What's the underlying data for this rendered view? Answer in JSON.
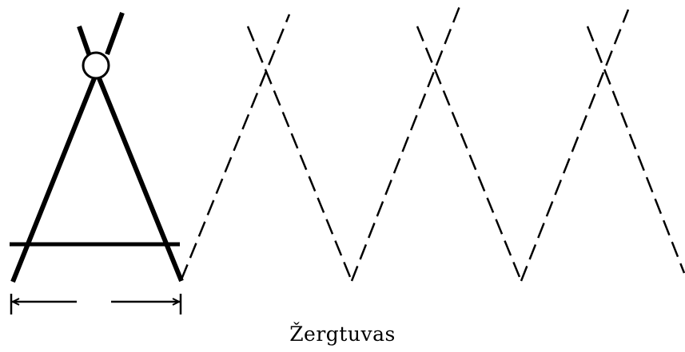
{
  "caption": "Žergtuvas",
  "colors": {
    "ink": "#000000",
    "background": "#ffffff"
  },
  "figure": {
    "subject": "divider-compass",
    "parts": [
      "hinge-circle",
      "left-leg",
      "right-leg",
      "crossbar",
      "measurement-line",
      "dashed-steps"
    ]
  }
}
